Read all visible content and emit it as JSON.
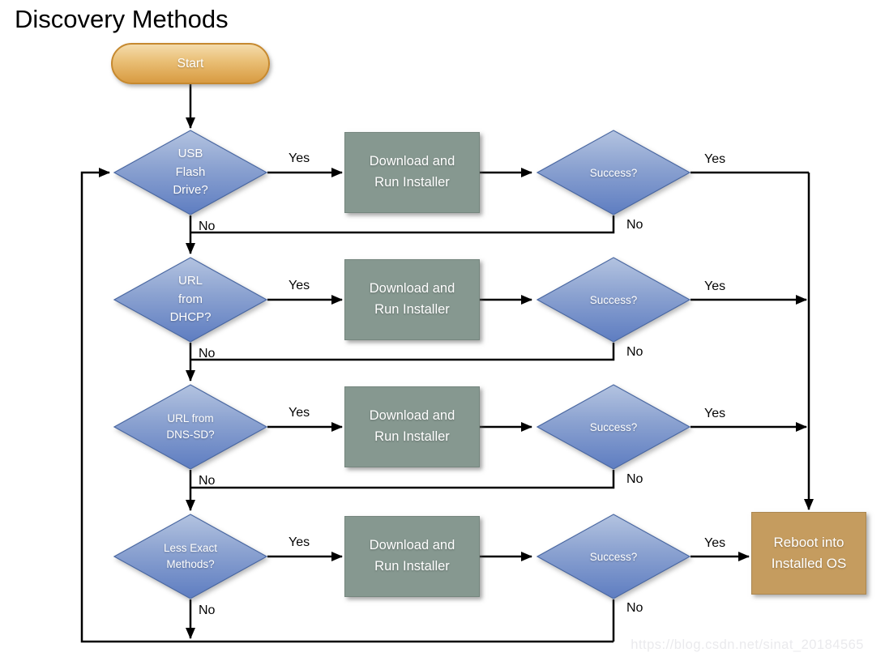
{
  "title": "Discovery Methods",
  "watermark": "https://blog.csdn.net/sinat_20184565",
  "edge_labels": {
    "yes": "Yes",
    "no": "No"
  },
  "nodes": {
    "start": "Start",
    "process": "Download and\nRun Installer",
    "check": "Success?",
    "terminal": "Reboot into\nInstalled OS"
  },
  "rows": [
    {
      "decision": "USB\nFlash\nDrive?"
    },
    {
      "decision": "URL\nfrom\nDHCP?"
    },
    {
      "decision": "URL from\nDNS-SD?"
    },
    {
      "decision": "Less Exact\nMethods?"
    }
  ],
  "colors": {
    "decision_fill_top": "#ACBEDE",
    "decision_fill_bottom": "#5E7DC1",
    "decision_stroke": "#4A68A2",
    "process_fill": "#869890",
    "terminal_fill": "#C59C5F",
    "start_fill_top": "#F2D6A2",
    "start_fill_bottom": "#D89B42",
    "connector": "#000000"
  }
}
